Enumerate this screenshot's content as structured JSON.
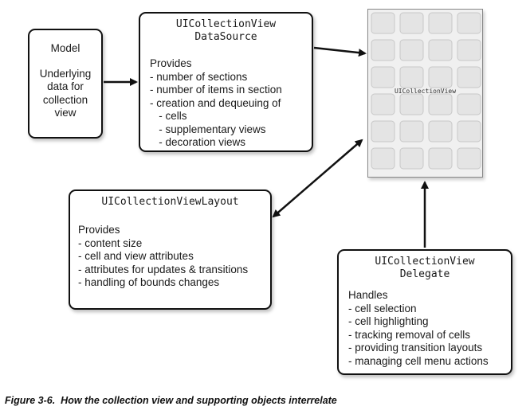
{
  "model": {
    "title": "Model",
    "description": "Underlying data for collection view"
  },
  "data_source": {
    "title": "UICollectionView\nDataSource",
    "body": "Provides\n- number of sections\n- number of items in section\n- creation and dequeuing of\n   - cells\n   - supplementary views\n   - decoration views"
  },
  "collection_view": {
    "label": "UICollectionView"
  },
  "layout": {
    "title": "UICollectionViewLayout",
    "body": "Provides\n- content size\n- cell and view attributes\n- attributes for updates & transitions\n- handling of bounds changes"
  },
  "delegate": {
    "title": "UICollectionView\nDelegate",
    "body": "Handles\n- cell selection\n- cell highlighting\n- tracking removal of cells\n- providing transition layouts\n- managing cell menu actions"
  },
  "caption": {
    "figure": "Figure 3-6.",
    "text": "How the collection view and supporting objects interrelate"
  }
}
